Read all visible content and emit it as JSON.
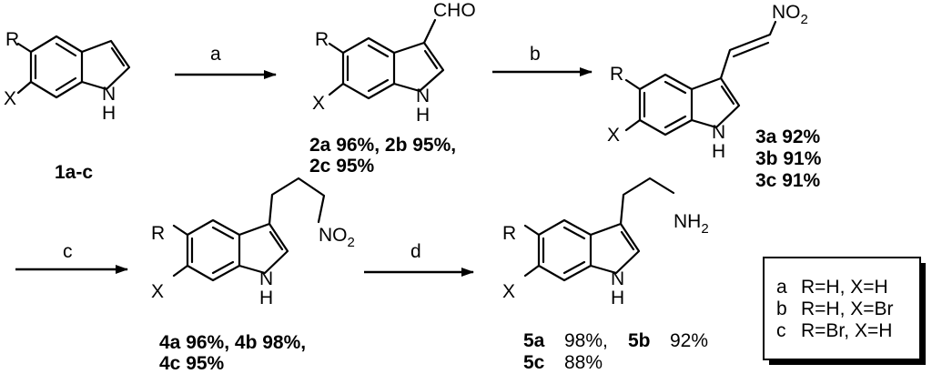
{
  "compounds": {
    "c1": {
      "R": "R",
      "X": "X",
      "NH": "N",
      "H": "H",
      "label": "1a-c"
    },
    "c2": {
      "R": "R",
      "X": "X",
      "NH": "N",
      "H": "H",
      "substituent": "CHO",
      "yield_line1": "2a 96%, 2b 95%,",
      "yield_line2": "2c 95%"
    },
    "c3": {
      "R": "R",
      "X": "X",
      "NH": "N",
      "H": "H",
      "substituent": "NO",
      "sub_index": "2",
      "yields": [
        "3a 92%",
        "3b 91%",
        "3c 91%"
      ]
    },
    "c4": {
      "R": "R",
      "X": "X",
      "NH": "N",
      "H": "H",
      "substituent": "NO",
      "sub_index": "2",
      "yield_line1": "4a 96%, 4b 98%,",
      "yield_line2": "4c 95%"
    },
    "c5": {
      "R": "R",
      "X": "X",
      "NH": "N",
      "H": "H",
      "substituent": "NH",
      "sub_index": "2",
      "yields": [
        {
          "id": "5a",
          "value": "98%,"
        },
        {
          "id": "5b",
          "value": "92%"
        },
        {
          "id": "5c",
          "value": "88%"
        }
      ]
    }
  },
  "arrows": {
    "a": "a",
    "b": "b",
    "c": "c",
    "d": "d"
  },
  "legend": [
    {
      "key": "a",
      "text": "R=H, X=H"
    },
    {
      "key": "b",
      "text": "R=H, X=Br"
    },
    {
      "key": "c",
      "text": "R=Br, X=H"
    }
  ]
}
